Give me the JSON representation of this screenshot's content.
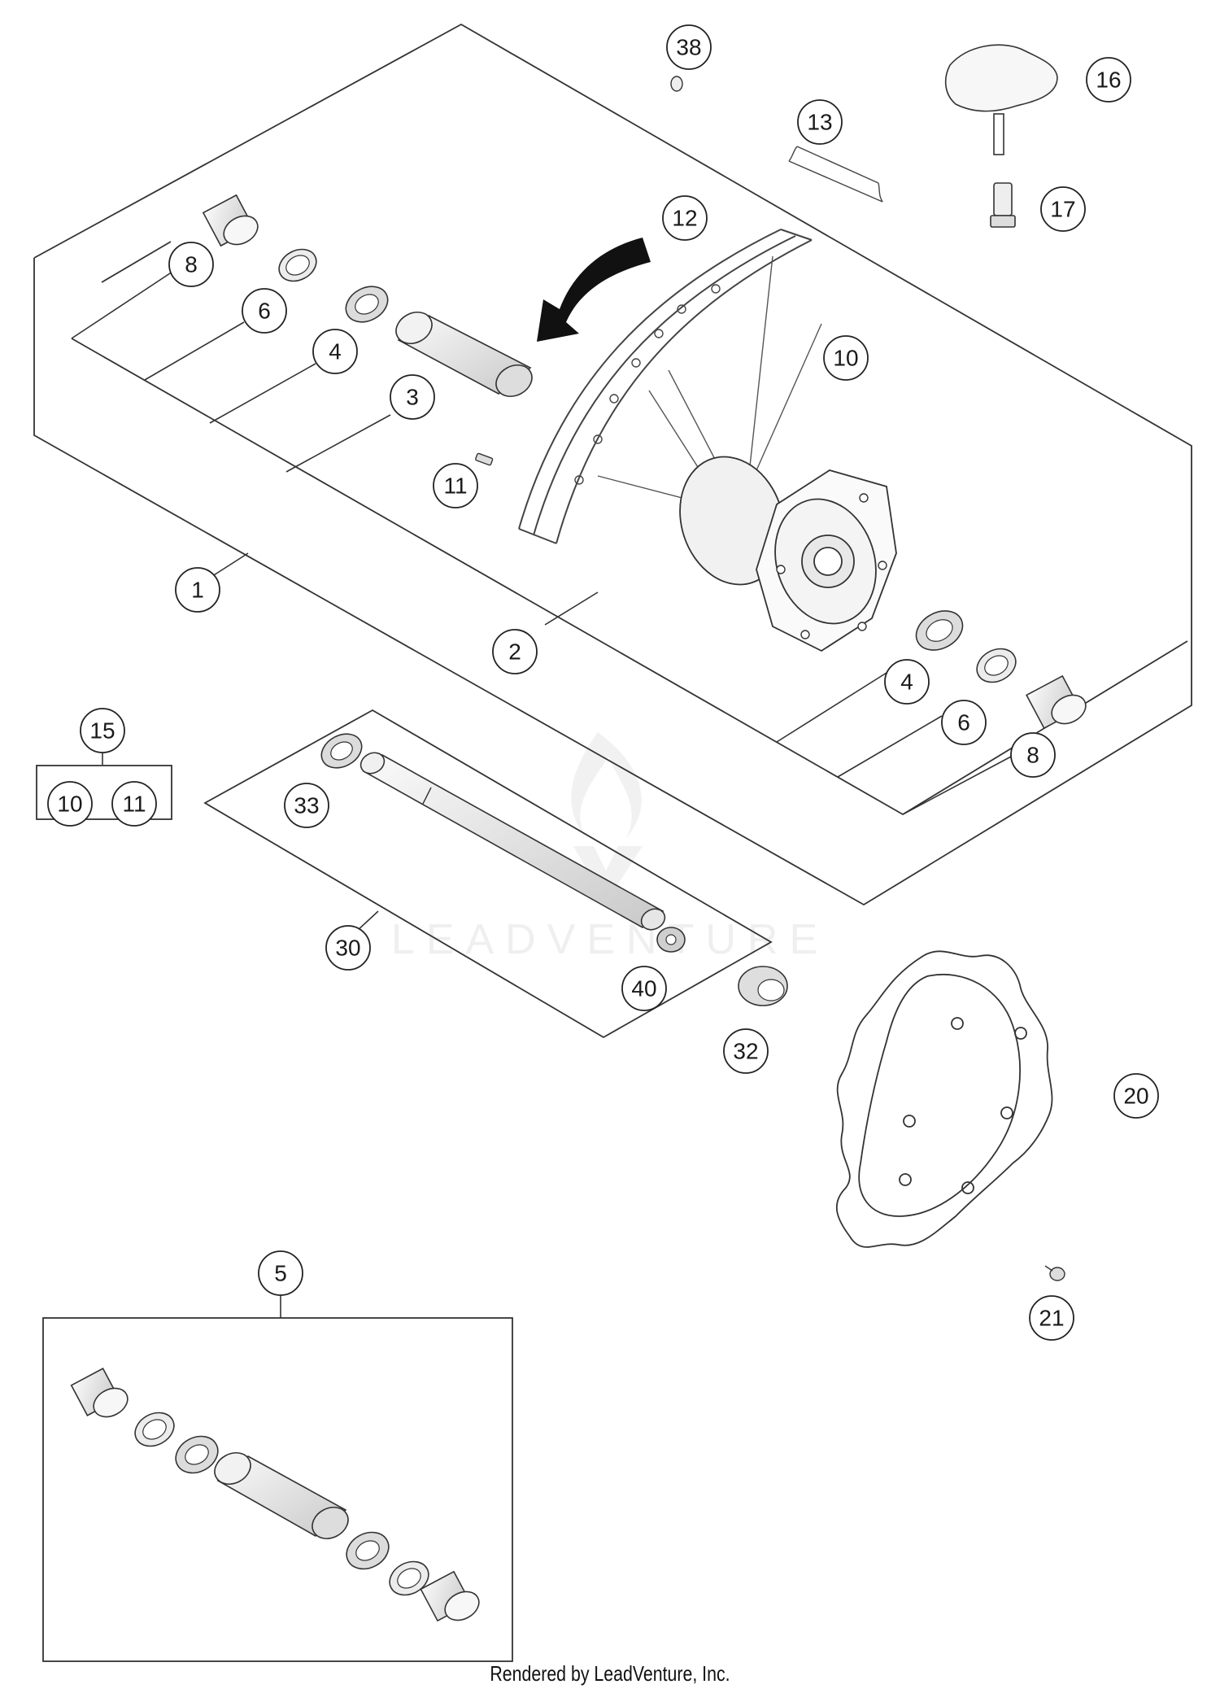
{
  "watermark": {
    "text": "LEADVENTURE"
  },
  "footer": {
    "text": "Rendered by LeadVenture, Inc."
  },
  "callouts": {
    "c1": "1",
    "c2": "2",
    "c3": "3",
    "c4a": "4",
    "c4b": "4",
    "c5": "5",
    "c6a": "6",
    "c6b": "6",
    "c8a": "8",
    "c8b": "8",
    "c10": "10",
    "c10k": "10",
    "c11": "11",
    "c11k": "11",
    "c12": "12",
    "c13": "13",
    "c15": "15",
    "c16": "16",
    "c17": "17",
    "c20": "20",
    "c21": "21",
    "c30": "30",
    "c32": "32",
    "c33": "33",
    "c38": "38",
    "c40": "40"
  }
}
